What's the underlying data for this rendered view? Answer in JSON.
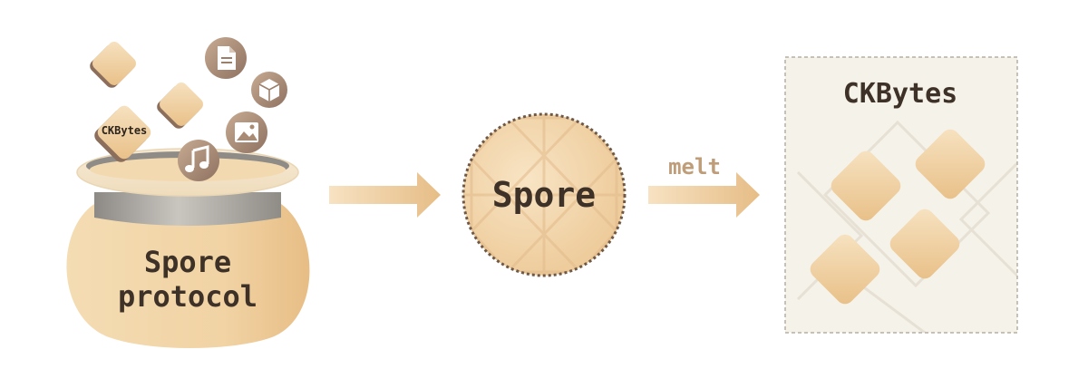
{
  "pot": {
    "label_line1": "Spore",
    "label_line2": "protocol",
    "ckbytes_chip_label": "CKBytes"
  },
  "floating_icons": [
    "document-icon",
    "cube-icon",
    "image-icon",
    "music-note-icon"
  ],
  "spore": {
    "label": "Spore"
  },
  "melt_arrow": {
    "label": "melt"
  },
  "ckbytes_box": {
    "title": "CKBytes"
  },
  "colors": {
    "tan_light": "#f6dfb8",
    "tan_mid": "#ebc791",
    "tan_dark": "#9a7d67",
    "text_dark": "#3e3127",
    "box_bg": "#f5f2e9",
    "melt_text": "#bf9d78",
    "rim_gray": "#8f8b86"
  }
}
